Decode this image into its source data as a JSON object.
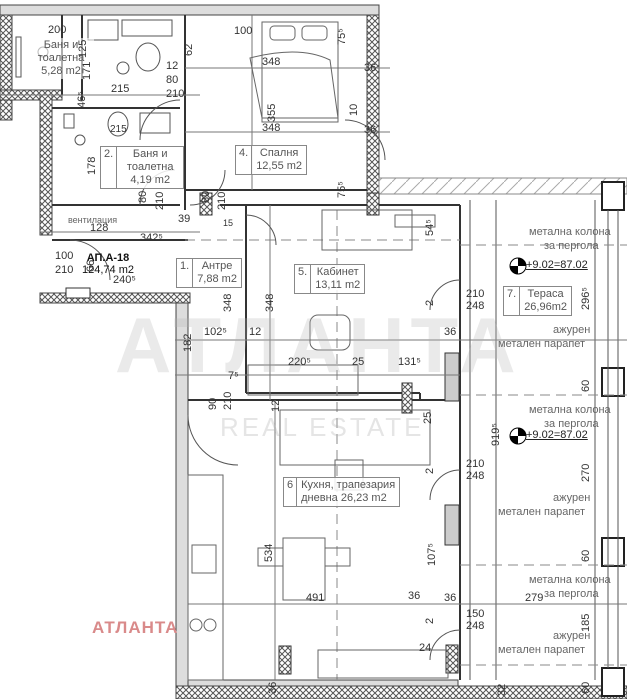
{
  "plan": {
    "apartment_id": "АП.А-18",
    "apartment_area": "124,74 m2",
    "brand_label": "АТЛАНТА",
    "watermark_main": "АТЛАНТА",
    "watermark_sub": "REAL ESTATE"
  },
  "rooms": [
    {
      "num": "1.",
      "name": "Антре",
      "area": "7,88 m2"
    },
    {
      "num": "2.",
      "name": "Баня и тоалетна",
      "area": "4,19 m2"
    },
    {
      "num": "3.",
      "name": "Баня и тоалетна",
      "area": "5,28 m2"
    },
    {
      "num": "4.",
      "name": "Спалня",
      "area": "12,55 m2"
    },
    {
      "num": "5.",
      "name": "Кабинет",
      "area": "13,11 m2"
    },
    {
      "num": "6",
      "name": "Кухня, трапезария",
      "name2": "дневна",
      "area": "26,23 m2"
    },
    {
      "num": "7.",
      "name": "Тераса",
      "area": "26,96m2"
    }
  ],
  "notes": {
    "column": "метална колона",
    "column2": "за пергола",
    "parapet": "ажурен",
    "parapet2": "метален парапет",
    "level": "+9.02=87.02",
    "storage": "вентилация"
  },
  "dims": {
    "d200": "200",
    "d100": "100",
    "d348a": "348",
    "d348b": "348",
    "d355": "355",
    "d755a": "75⁵",
    "d755b": "75⁵",
    "d36a": "36",
    "d36b": "36",
    "d36c": "36",
    "d36d": "36",
    "d36e": "36",
    "d10": "10",
    "d62": "62",
    "d125": "125",
    "d171": "171",
    "d12a": "12",
    "d80a": "80",
    "d210a": "210",
    "d215a": "215",
    "d465": "46⁵",
    "d178": "178",
    "d215b": "215",
    "d80b": "80",
    "d210b": "210",
    "d80c": "80",
    "d210c": "210",
    "d39": "39",
    "d128": "128",
    "d3425": "342⁵",
    "d100b": "100",
    "d210d": "210",
    "d66": "66",
    "d2405": "240⁵",
    "d348c": "348",
    "d348d": "348",
    "d1025": "102⁵",
    "d12b": "12",
    "d12c": "12",
    "d2205": "220⁵",
    "d25a": "25",
    "d1315": "131⁵",
    "d75": "7⁵",
    "d90": "90",
    "d210e": "210",
    "d545": "54⁵",
    "d2a": "2",
    "d2b": "2",
    "d2c": "2",
    "d210f": "210",
    "d248a": "248",
    "d210g": "210",
    "d248b": "248",
    "d150": "150",
    "d248c": "248",
    "d2965": "296⁵",
    "d60a": "60",
    "d60b": "60",
    "d60c": "60",
    "d270": "270",
    "d9195": "919⁵",
    "d279": "279",
    "d185": "185",
    "d32": "32",
    "d534": "534",
    "d491": "491",
    "d1075": "107⁵",
    "d24": "24",
    "d25b": "25",
    "d182": "182",
    "d15": "15"
  }
}
